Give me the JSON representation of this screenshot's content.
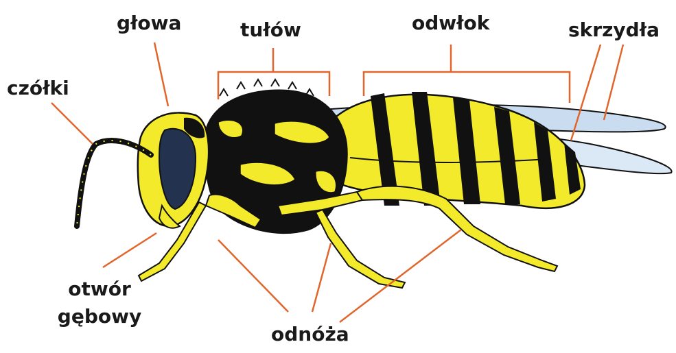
{
  "labels": {
    "glowa": "głowa",
    "tulow": "tułów",
    "odwlok": "odwłok",
    "skrzydla": "skrzydła",
    "czulki": "czółki",
    "otwor_line1": "otwór",
    "otwor_line2": "gębowy",
    "odnoza": "odnóża"
  },
  "colors": {
    "leader": "#e0662c",
    "body_yellow": "#f2ea2a",
    "body_black": "#111111",
    "wing_blue": "#c9dcf0",
    "eye": "#23324f"
  }
}
